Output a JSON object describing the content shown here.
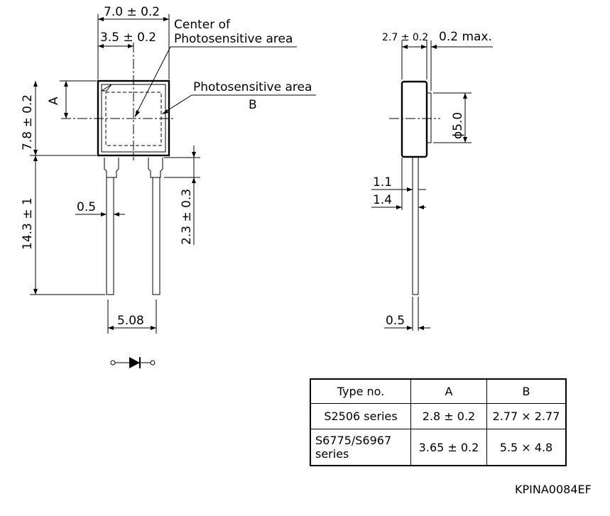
{
  "front_view": {
    "width_dim": "7.0 ± 0.2",
    "center_dim": "3.5 ± 0.2",
    "center_label_line1": "Center of",
    "center_label_line2": "Photosensitive area",
    "area_label": "Photosensitive area",
    "area_label_b": "B",
    "a_label": "A",
    "height_dim": "7.8 ± 0.2",
    "lead_length_dim": "14.3 ± 1",
    "lead_width_dim": "0.5",
    "shoulder_dim": "2.3 ± 0.3",
    "lead_pitch_dim": "5.08"
  },
  "side_view": {
    "thickness_dim": "2.7 ± 0.2",
    "protrusion_dim": "0.2 max.",
    "window_dim": "ϕ5.0",
    "dim_1_1": "1.1",
    "dim_1_4": "1.4",
    "lead_width_dim": "0.5"
  },
  "table": {
    "headers": [
      "Type no.",
      "A",
      "B"
    ],
    "rows": [
      [
        "S2506 series",
        "2.8 ± 0.2",
        "2.77 × 2.77"
      ],
      [
        "S6775/S6967 series",
        "3.65 ± 0.2",
        "5.5 × 4.8"
      ]
    ]
  },
  "doc_code": "KPINA0084EF"
}
